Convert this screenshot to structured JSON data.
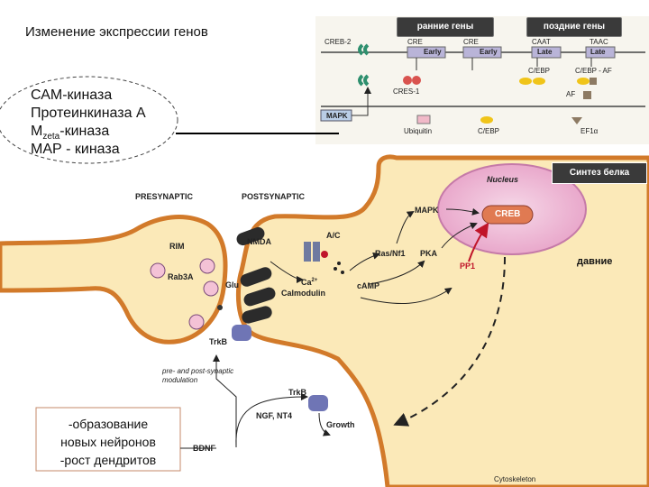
{
  "title": "Изменение экспрессии генов",
  "kinase_list": {
    "l1": "САМ-киназа",
    "l2": "Протеинкиназа А",
    "l3_main": "M",
    "l3_sub": "zeta",
    "l3_rest": "-киназа",
    "l4": "МАР - киназа"
  },
  "headers": {
    "early": "ранние гены",
    "late": "поздние гены"
  },
  "synthesis": "Синтез белка",
  "davnie": "давние",
  "outcomes": {
    "l1": "-образование",
    "l2": "новых нейронов",
    "l3": "-рост дендритов"
  },
  "gene_panel": {
    "creb2": "CREB-2",
    "cre1": "CRE",
    "early1": "Early",
    "cre2": "CRE",
    "early2": "Early",
    "caat": "CAAT",
    "late1": "Late",
    "taac": "TAAC",
    "late2": "Late",
    "cebp": "C/EBP",
    "cebp_af": "C/EBP - AF",
    "cres1": "CRES-1",
    "af": "AF",
    "mapk": "MAPK",
    "ubiquitin": "Ubiquitin",
    "cebp2": "C/EBP",
    "ef1a": "EF1α"
  },
  "synapse": {
    "presynaptic": "PRESYNAPTIC",
    "postsynaptic": "POSTSYNAPTIC",
    "nucleus": "Nucleus",
    "creb": "CREB",
    "mapk": "MAPK",
    "ac": "A/C",
    "nmda": "NMDA",
    "rasnf1": "Ras/Nf1",
    "pka": "PKA",
    "pp1": "PP1",
    "ca": "Ca",
    "ca_sup": "2+",
    "calmodulin": "Calmodulin",
    "camp": "cAMP",
    "rim": "RIM",
    "rab3a": "Rab3A",
    "glu": "Glu",
    "trkb1": "TrkB",
    "modulation1": "pre- and post-synaptic",
    "modulation2": "modulation",
    "trkb2": "TrkB",
    "ngf": "NGF, NT4",
    "growth": "Growth",
    "bdnf": "BDNF",
    "cytoskeleton": "Cytoskeleton"
  }
}
